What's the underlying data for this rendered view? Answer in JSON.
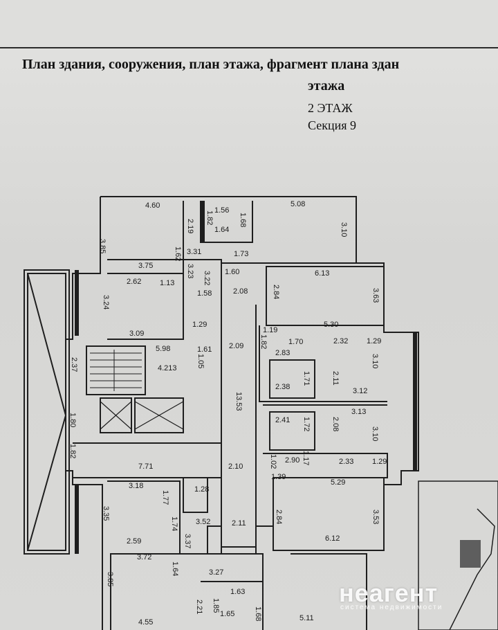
{
  "header": {
    "title": "План здания, сооружения, план этажа, фрагмент плана здан",
    "title_cont": "этажа",
    "floor": "2 ЭТАЖ",
    "section": "Секция 9"
  },
  "dimensions": {
    "d1": "4.60",
    "d2": "3.85",
    "d3": "2.19",
    "d4": "1.56",
    "d5": "1.64",
    "d6": "1.68",
    "d7": "1.82",
    "d8": "5.08",
    "d9": "3.10",
    "d10": "1.62",
    "d11": "3.31",
    "d12": "1.73",
    "d13": "3.75",
    "d14": "2.62",
    "d15": "1.13",
    "d16": "3.23",
    "d17": "3.22",
    "d18": "1.60",
    "d19": "6.13",
    "d20": "2.84",
    "d21": "3.63",
    "d22": "1.58",
    "d23": "2.08",
    "d24": "3.24",
    "d25": "1.29",
    "d26": "3.09",
    "d27": "5.30",
    "d28": "1.19",
    "d29": "1.82",
    "d30": "2.09",
    "d31": "1.70",
    "d32": "2.32",
    "d33": "1.29",
    "d34": "5.98",
    "d35": "1.61",
    "d36": "2.83",
    "d37": "3.10",
    "d38": "2.37",
    "d39": "4.213",
    "d40": "1.05",
    "d41": "2.38",
    "d42": "1.71",
    "d43": "2.11",
    "d44": "3.12",
    "d45": "13.53",
    "d46": "2.41",
    "d47": "1.72",
    "d48": "2.08",
    "d49": "3.13",
    "d50": "3.10",
    "d51": "1.80",
    "d52": "1.82",
    "d53": "7.71",
    "d54": "1.02",
    "d55": "2.90",
    "d56": "1.17",
    "d57": "2.33",
    "d58": "1.29",
    "d59": "2.10",
    "d60": "1.39",
    "d61": "5.29",
    "d62": "3.18",
    "d63": "1.77",
    "d64": "1.28",
    "d65": "3.35",
    "d66": "2.84",
    "d67": "3.53",
    "d68": "1.74",
    "d69": "3.52",
    "d70": "2.11",
    "d71": "2.59",
    "d72": "3.37",
    "d73": "6.12",
    "d74": "3.72",
    "d75": "1.64",
    "d76": "3.27",
    "d77": "3.85",
    "d78": "2.21",
    "d79": "1.85",
    "d80": "1.63",
    "d81": "1.68",
    "d82": "1.65",
    "d83": "4.55",
    "d84": "5.11"
  },
  "watermark": {
    "brand": "неагент",
    "tagline": "система недвижимости"
  }
}
